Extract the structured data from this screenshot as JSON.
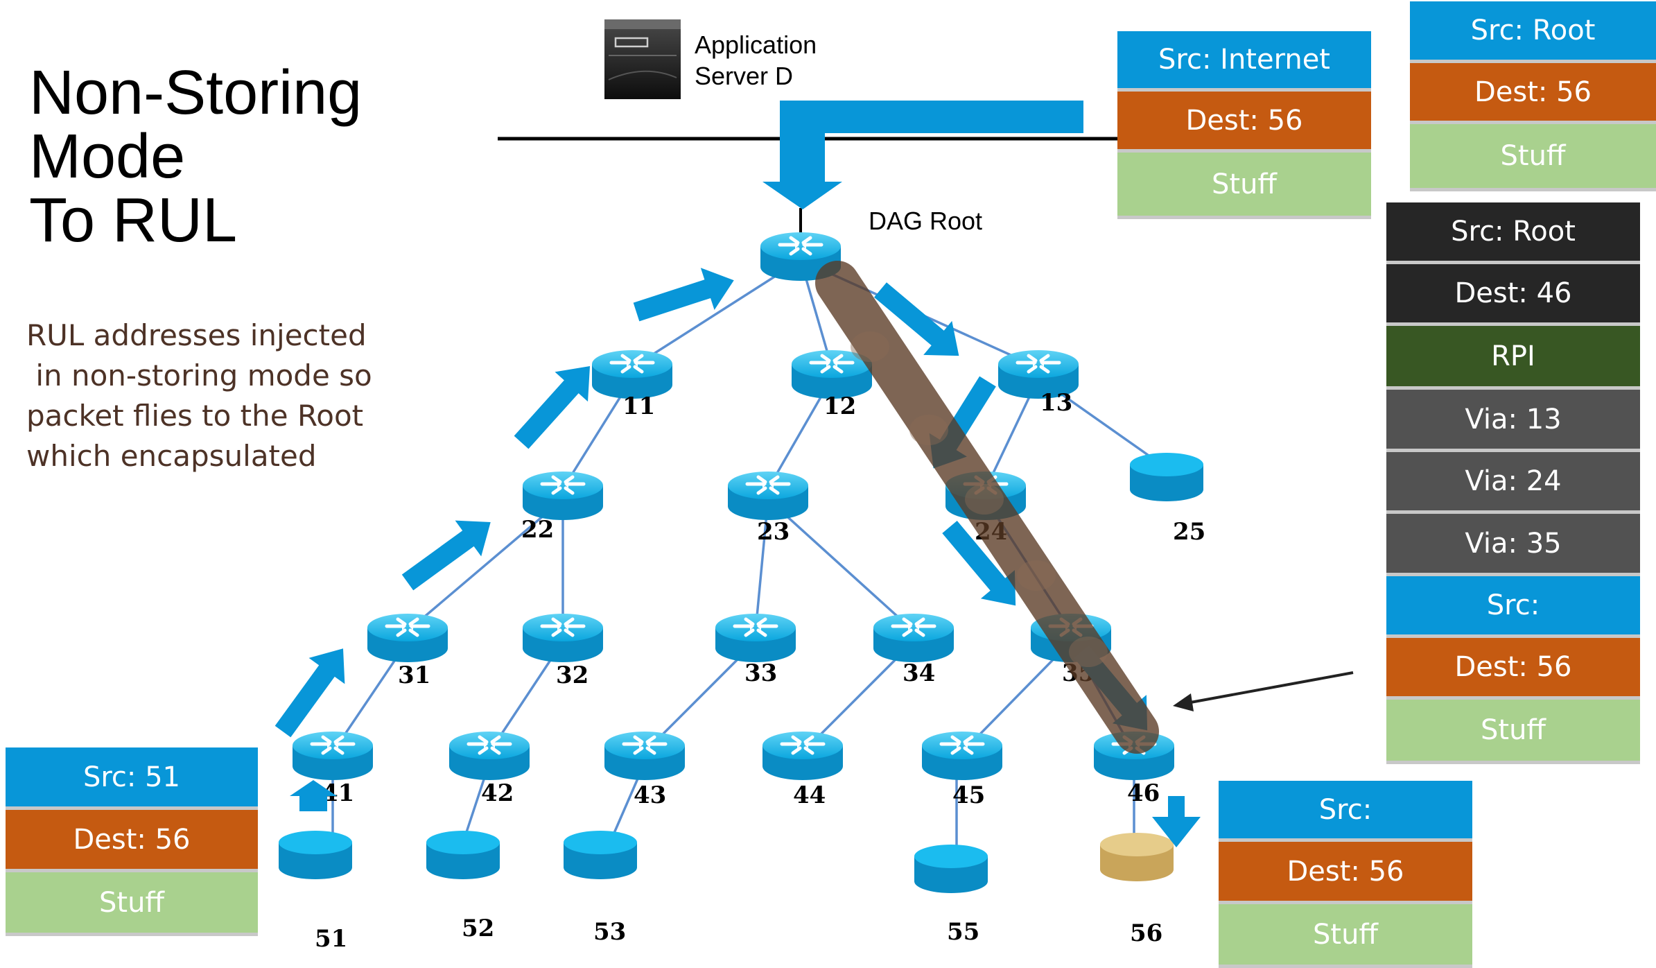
{
  "slide": {
    "title_lines": [
      "Non-Storing",
      "Mode",
      "To RUL"
    ],
    "description": "RUL addresses injected\n in non-storing mode so\npacket flies to the Root\nwhich encapsulated"
  },
  "server": {
    "label": "Application\nServer D"
  },
  "dag_root_label": "DAG Root",
  "nodes": {
    "n11": "11",
    "n12": "12",
    "n13": "13",
    "n22": "22",
    "n23": "23",
    "n24": "24",
    "n25": "25",
    "n31": "31",
    "n32": "32",
    "n33": "33",
    "n34": "34",
    "n35": "35",
    "n41": "41",
    "n42": "42",
    "n43": "43",
    "n44": "44",
    "n45": "45",
    "n46": "46",
    "n51": "51",
    "n52": "52",
    "n53": "53",
    "n55": "55",
    "n56": "56"
  },
  "packets": {
    "from_51": [
      "Src: 51",
      "Dest: 56",
      "Stuff"
    ],
    "from_internet": [
      "Src: Internet",
      "Dest: 56",
      "Stuff"
    ],
    "root_top": [
      "Src: Root",
      "Dest: 56",
      "Stuff"
    ],
    "encapsulated": [
      "Src: Root",
      "Dest: 46",
      "RPI",
      "Via: 13",
      "Via: 24",
      "Via: 35",
      "Src:",
      "Dest: 56",
      "Stuff"
    ],
    "delivered": [
      "Src:",
      "Dest: 56",
      "Stuff"
    ]
  },
  "colors": {
    "src": "#0896d8",
    "dest": "#c55a11",
    "stuff": "#a9d18e",
    "header": "#262626",
    "rpi": "#385723",
    "via": "#525252",
    "router": "#12b5e8",
    "link": "#5b8fd1",
    "arrow": "#0896d8",
    "tunnel": "#5a3a24",
    "rul_node": "#e0c07a"
  }
}
